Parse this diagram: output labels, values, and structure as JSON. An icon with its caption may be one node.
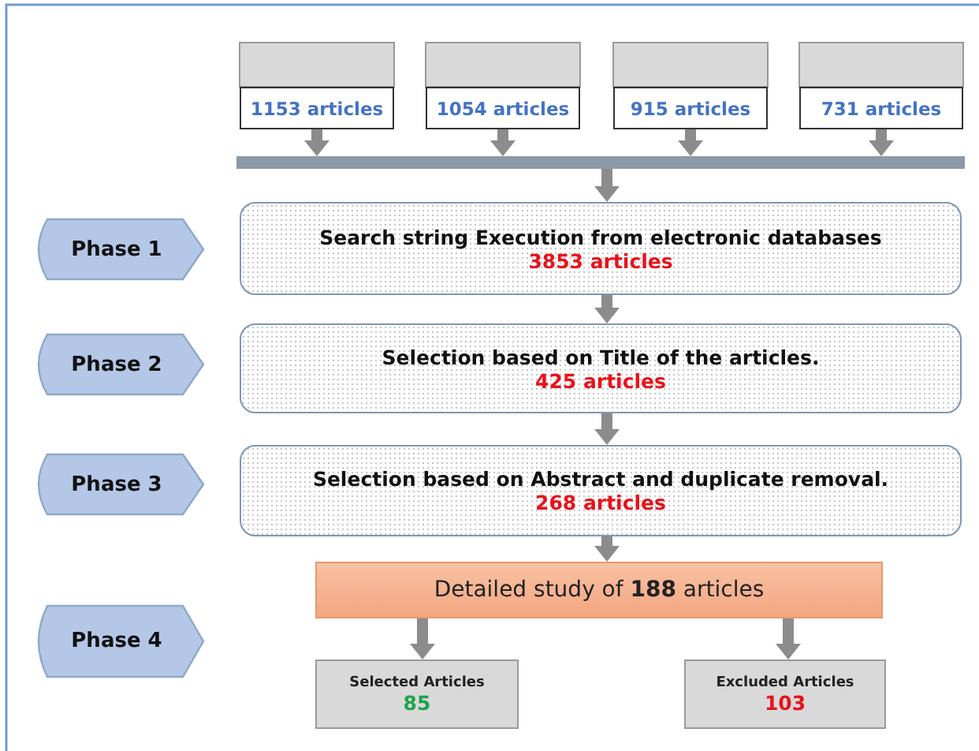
{
  "diagram": {
    "nodes": [
      {
        "text": [
          "1153 articles"
        ]
      },
      {
        "text": [
          "1054 articles"
        ]
      },
      {
        "text": [
          "915 articles"
        ]
      },
      {
        "text": [
          "731 articles"
        ]
      },
      {
        "text": [],
        "shape": "bar"
      },
      {
        "text": [
          "Phase 1"
        ]
      },
      {
        "text": [
          "Search string Execution from electronic databases",
          "3853 articles"
        ]
      },
      {
        "text": [
          "Phase 2"
        ]
      },
      {
        "text": [
          "Selection based on Title of the articles.",
          "425 articles"
        ]
      },
      {
        "text": [
          "Phase 3"
        ]
      },
      {
        "text": [
          "Selection based on Abstract and duplicate removal.",
          "268 articles"
        ]
      },
      {
        "text": [
          "Phase 4"
        ]
      },
      {
        "text": [
          "Detailed study of **188** articles"
        ]
      },
      {
        "text": [
          "Selected Articles",
          "85"
        ]
      },
      {
        "text": [
          "Excluded Articles",
          "103"
        ]
      }
    ],
    "edges": [
      {
        "from": 0,
        "to": 4,
        "arrow": "to"
      },
      {
        "from": 1,
        "to": 4,
        "arrow": "to"
      },
      {
        "from": 2,
        "to": 4,
        "arrow": "to"
      },
      {
        "from": 3,
        "to": 4,
        "arrow": "to"
      },
      {
        "from": 4,
        "to": 6,
        "arrow": "to"
      },
      {
        "from": 6,
        "to": 8,
        "arrow": "to"
      },
      {
        "from": 8,
        "to": 10,
        "arrow": "to"
      },
      {
        "from": 10,
        "to": 12,
        "arrow": "to"
      },
      {
        "from": 12,
        "to": 13,
        "arrow": "to"
      },
      {
        "from": 12,
        "to": 14,
        "arrow": "to"
      }
    ]
  }
}
